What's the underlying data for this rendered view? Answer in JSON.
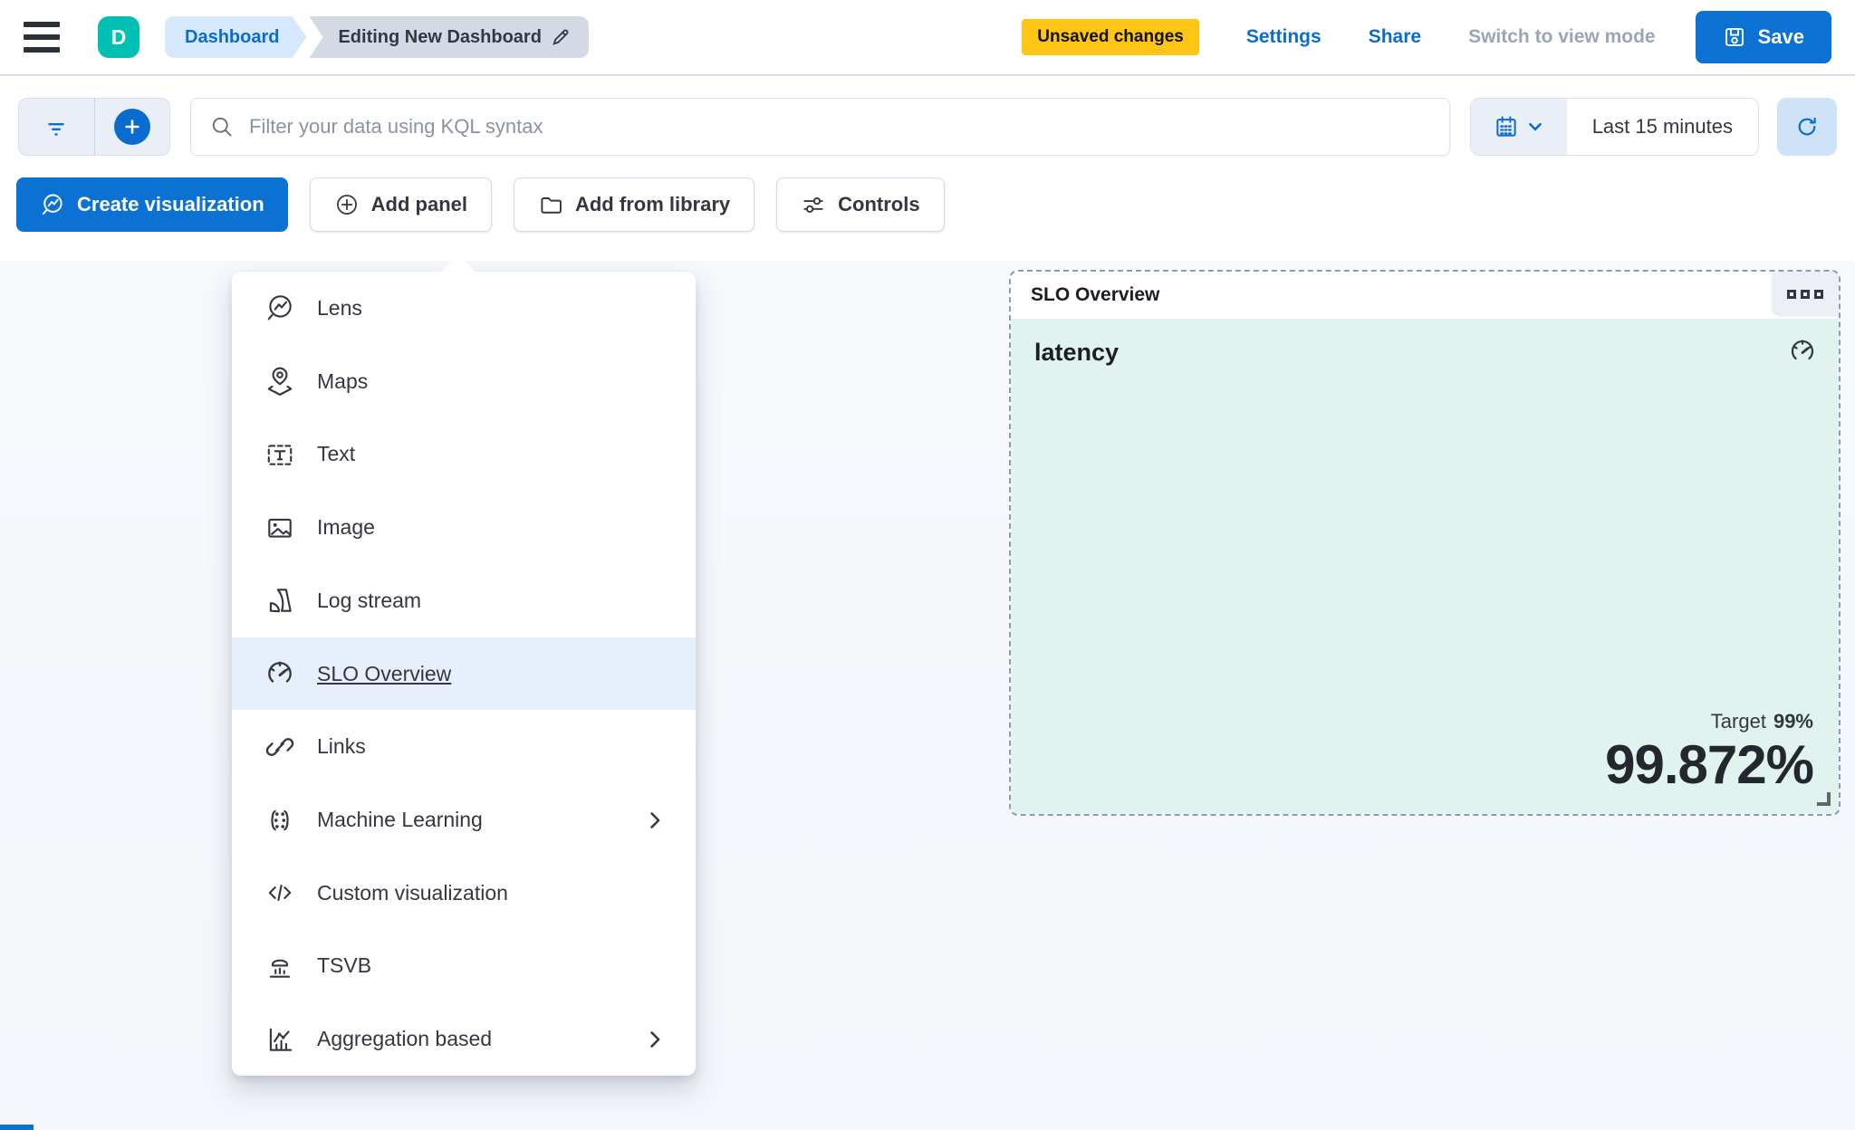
{
  "header": {
    "avatar_initial": "D",
    "breadcrumbs": [
      {
        "label": "Dashboard"
      },
      {
        "label": "Editing New Dashboard"
      }
    ],
    "unsaved_badge": "Unsaved changes",
    "settings_label": "Settings",
    "share_label": "Share",
    "view_mode_label": "Switch to view mode",
    "save_label": "Save"
  },
  "filter_bar": {
    "kql_placeholder": "Filter your data using KQL syntax",
    "time_range": "Last 15 minutes"
  },
  "toolbar": {
    "create_visualization_label": "Create visualization",
    "add_panel_label": "Add panel",
    "add_from_library_label": "Add from library",
    "controls_label": "Controls"
  },
  "add_panel_menu": {
    "items": [
      {
        "label": "Lens",
        "icon": "lens-icon",
        "submenu": false,
        "highlighted": false
      },
      {
        "label": "Maps",
        "icon": "maps-icon",
        "submenu": false,
        "highlighted": false
      },
      {
        "label": "Text",
        "icon": "text-icon",
        "submenu": false,
        "highlighted": false
      },
      {
        "label": "Image",
        "icon": "image-icon",
        "submenu": false,
        "highlighted": false
      },
      {
        "label": "Log stream",
        "icon": "log-stream-icon",
        "submenu": false,
        "highlighted": false
      },
      {
        "label": "SLO Overview",
        "icon": "gauge-icon",
        "submenu": false,
        "highlighted": true
      },
      {
        "label": "Links",
        "icon": "link-icon",
        "submenu": false,
        "highlighted": false
      },
      {
        "label": "Machine Learning",
        "icon": "machine-learning-icon",
        "submenu": true,
        "highlighted": false
      },
      {
        "label": "Custom visualization",
        "icon": "code-icon",
        "submenu": false,
        "highlighted": false
      },
      {
        "label": "TSVB",
        "icon": "tsvb-icon",
        "submenu": false,
        "highlighted": false
      },
      {
        "label": "Aggregation based",
        "icon": "aggregation-icon",
        "submenu": true,
        "highlighted": false
      }
    ]
  },
  "slo_panel": {
    "title": "SLO Overview",
    "name": "latency",
    "target_label": "Target",
    "target_value": "99%",
    "sli_value": "99.872%"
  },
  "colors": {
    "primary_blue": "#0b72d4",
    "link_blue": "#0b6cd0",
    "badge_yellow": "#fec514",
    "avatar_teal": "#00bfb3",
    "panel_mint": "#e0f3ee",
    "menu_highlight": "#e7effa",
    "dashed_border": "#8e9cb2",
    "text_dark": "#343741",
    "text_muted": "#9aa5b8"
  }
}
